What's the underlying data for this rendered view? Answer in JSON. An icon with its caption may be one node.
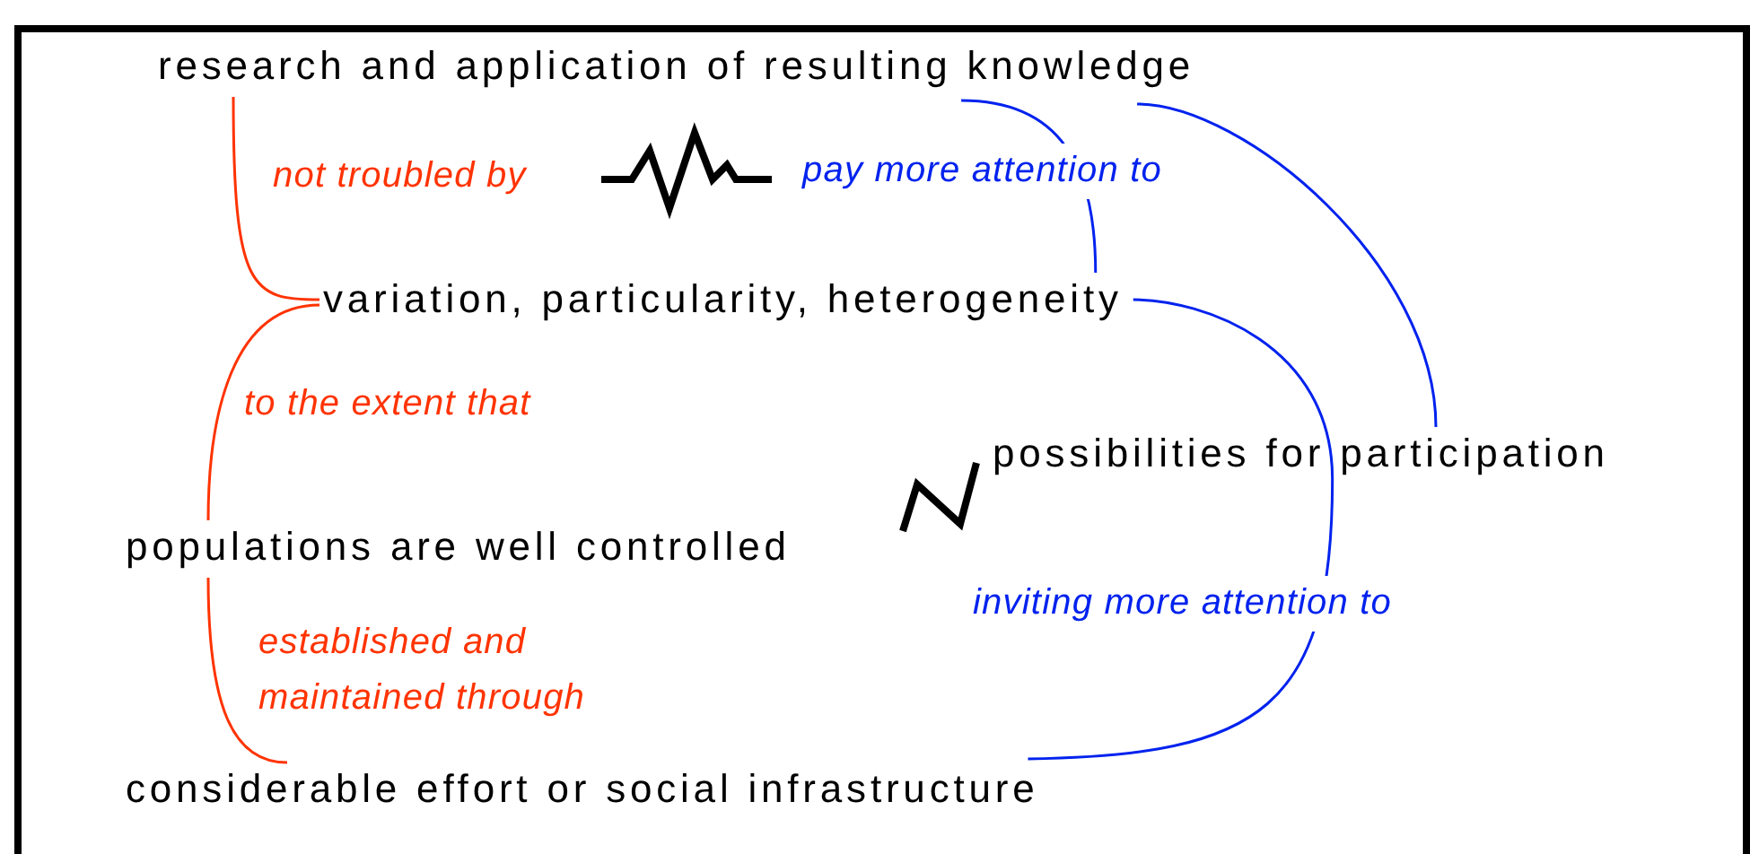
{
  "diagram": {
    "nodes": [
      {
        "text": [
          "research and application of resulting knowledge"
        ]
      },
      {
        "text": [
          "variation, particularity, heterogeneity"
        ]
      },
      {
        "text": [
          "possibilities for participation"
        ]
      },
      {
        "text": [
          "populations are well controlled"
        ]
      },
      {
        "text": [
          "considerable effort or social infrastructure"
        ]
      }
    ],
    "edges": [
      {
        "from": 0,
        "to": 1,
        "arrow": "none",
        "label": "not troubled by",
        "color": "#ff3300"
      },
      {
        "from": 0,
        "to": 1,
        "arrow": "none",
        "label": "pay more attention to",
        "color": "#0022ee"
      },
      {
        "from": 1,
        "to": 3,
        "arrow": "none",
        "label": "to the extent that",
        "color": "#ff3300"
      },
      {
        "from": 3,
        "to": 4,
        "arrow": "none",
        "label": "established and maintained through",
        "color": "#ff3300"
      },
      {
        "from": 0,
        "to": 2,
        "arrow": "none",
        "color": "#0022ee"
      },
      {
        "from": 1,
        "to": 4,
        "arrow": "none",
        "label": "inviting more attention to",
        "color": "#0022ee"
      }
    ]
  }
}
